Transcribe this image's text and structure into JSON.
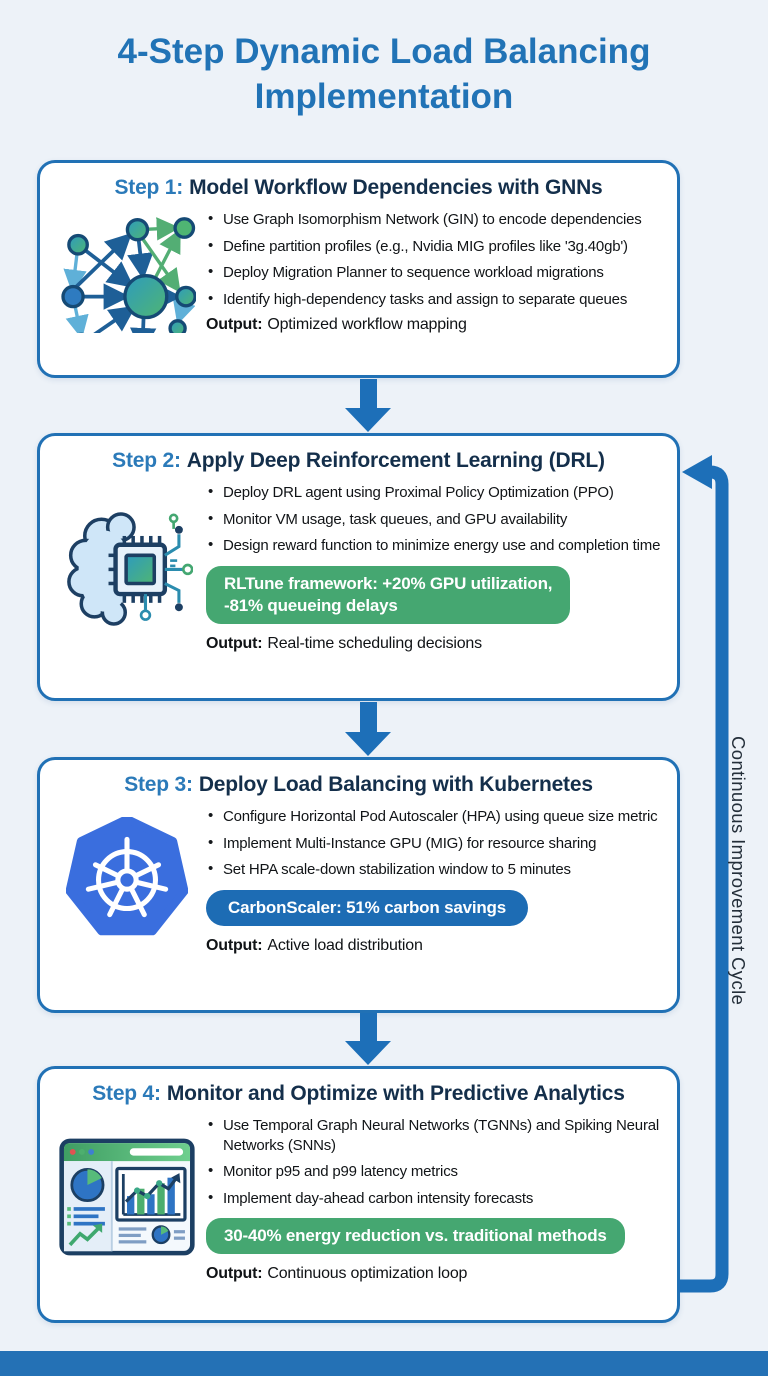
{
  "title": "4-Step Dynamic Load Balancing Implementation",
  "cycle_label": "Continuous Improvement Cycle",
  "colors": {
    "background": "#edf2f8",
    "accent_blue": "#2171b5",
    "header_navy": "#142f4b",
    "arrow_blue": "#1d6fb8",
    "green_badge": "#45a771",
    "blue_badge": "#1d6cb4",
    "kubernetes_blue": "#3a6ede"
  },
  "steps": [
    {
      "prefix": "Step 1:",
      "title": "Model Workflow Dependencies with GNNs",
      "icon": "gnn-graph-icon",
      "bullets": [
        "Use Graph Isomorphism Network (GIN) to encode dependencies",
        "Define partition profiles (e.g., Nvidia MIG profiles like '3g.40gb')",
        "Deploy Migration Planner to sequence workload migrations",
        "Identify high-dependency tasks and assign to separate queues"
      ],
      "output_label": "Output:",
      "output_text": "Optimized workflow mapping"
    },
    {
      "prefix": "Step 2:",
      "title": "Apply Deep Reinforcement Learning (DRL)",
      "icon": "brain-chip-icon",
      "bullets": [
        "Deploy DRL agent using Proximal Policy Optimization (PPO)",
        "Monitor VM usage, task queues, and GPU availability",
        "Design reward function to minimize energy use and completion time"
      ],
      "badge": {
        "lines": [
          "RLTune framework: +20% GPU utilization,",
          "-81% queueing delays"
        ],
        "color": "#45a771"
      },
      "output_label": "Output:",
      "output_text": "Real-time scheduling decisions"
    },
    {
      "prefix": "Step 3:",
      "title": "Deploy Load Balancing with Kubernetes",
      "icon": "kubernetes-icon",
      "bullets": [
        "Configure Horizontal Pod Autoscaler (HPA) using queue size metric",
        "Implement Multi-Instance GPU (MIG) for resource sharing",
        "Set HPA scale-down stabilization window to 5 minutes"
      ],
      "badge": {
        "lines": [
          "CarbonScaler: 51% carbon savings"
        ],
        "color": "#1d6cb4"
      },
      "output_label": "Output:",
      "output_text": "Active load distribution"
    },
    {
      "prefix": "Step 4:",
      "title": "Monitor and Optimize with Predictive Analytics",
      "icon": "dashboard-icon",
      "bullets": [
        "Use Temporal Graph Neural Networks (TGNNs) and Spiking Neural Networks (SNNs)",
        "Monitor p95 and p99 latency metrics",
        "Implement day-ahead carbon intensity forecasts"
      ],
      "badge": {
        "lines": [
          "30-40% energy reduction vs. traditional methods"
        ],
        "color": "#45a771"
      },
      "output_label": "Output:",
      "output_text": "Continuous optimization loop"
    }
  ]
}
